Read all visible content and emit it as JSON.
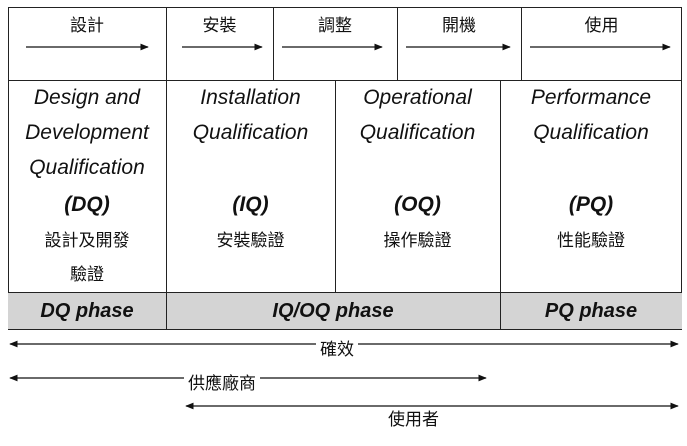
{
  "stages": [
    {
      "id": "design",
      "label": "設計"
    },
    {
      "id": "install",
      "label": "安裝"
    },
    {
      "id": "adjust",
      "label": "調整"
    },
    {
      "id": "start",
      "label": "開機"
    },
    {
      "id": "use",
      "label": "使用"
    }
  ],
  "qualifications": [
    {
      "name_lines": [
        "Design and",
        "Development",
        "Qualification"
      ],
      "abbr": "(DQ)",
      "zh_lines": [
        "設計及開發",
        "驗證"
      ]
    },
    {
      "name_lines": [
        "Installation",
        "Qualification"
      ],
      "abbr": "(IQ)",
      "zh_lines": [
        "安裝驗證"
      ]
    },
    {
      "name_lines": [
        "Operational",
        "Qualification"
      ],
      "abbr": "(OQ)",
      "zh_lines": [
        "操作驗證"
      ]
    },
    {
      "name_lines": [
        "Performance",
        "Qualification"
      ],
      "abbr": "(PQ)",
      "zh_lines": [
        "性能驗證"
      ]
    }
  ],
  "phases": [
    {
      "label": "DQ phase"
    },
    {
      "label": "IQ/OQ phase"
    },
    {
      "label": "PQ phase"
    }
  ],
  "responsibility": {
    "validation": "確效",
    "supplier": "供應廠商",
    "user": "使用者"
  }
}
